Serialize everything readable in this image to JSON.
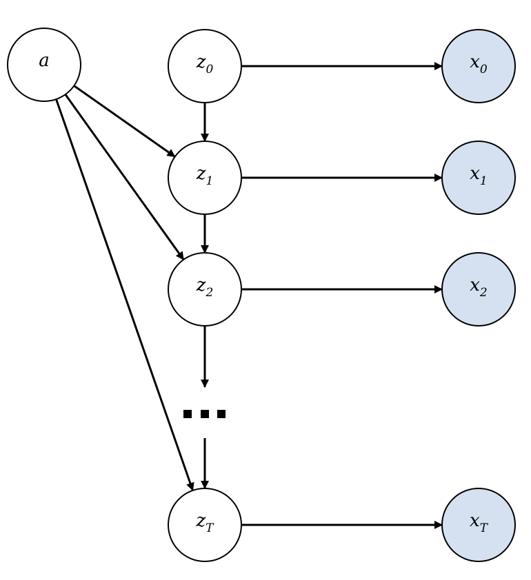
{
  "nodes": {
    "a": {
      "var": "a",
      "sub": "",
      "observed": false
    },
    "z0": {
      "var": "z",
      "sub": "0",
      "observed": false
    },
    "z1": {
      "var": "z",
      "sub": "1",
      "observed": false
    },
    "z2": {
      "var": "z",
      "sub": "2",
      "observed": false
    },
    "zT": {
      "var": "z",
      "sub": "T",
      "observed": false
    },
    "x0": {
      "var": "x",
      "sub": "0",
      "observed": true
    },
    "x1": {
      "var": "x",
      "sub": "1",
      "observed": true
    },
    "x2": {
      "var": "x",
      "sub": "2",
      "observed": true
    },
    "xT": {
      "var": "x",
      "sub": "T",
      "observed": true
    }
  },
  "edges": [
    [
      "a",
      "z1"
    ],
    [
      "a",
      "z2"
    ],
    [
      "a",
      "zT"
    ],
    [
      "z0",
      "z1"
    ],
    [
      "z1",
      "z2"
    ],
    [
      "z2",
      "ellipsis"
    ],
    [
      "ellipsis",
      "zT"
    ],
    [
      "z0",
      "x0"
    ],
    [
      "z1",
      "x1"
    ],
    [
      "z2",
      "x2"
    ],
    [
      "zT",
      "xT"
    ]
  ],
  "ellipsis": "...",
  "colors": {
    "observed_fill": "#d5e1f1",
    "latent_fill": "#ffffff",
    "stroke": "#000000"
  }
}
